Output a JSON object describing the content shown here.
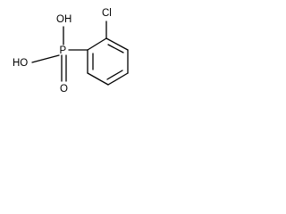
{
  "molecule": {
    "atoms": {
      "chlorine": "Cl",
      "phosphorus": "P",
      "hydroxyl_upper": "OH",
      "hydroxyl_lower": "HO",
      "oxygen_double": "O"
    }
  }
}
